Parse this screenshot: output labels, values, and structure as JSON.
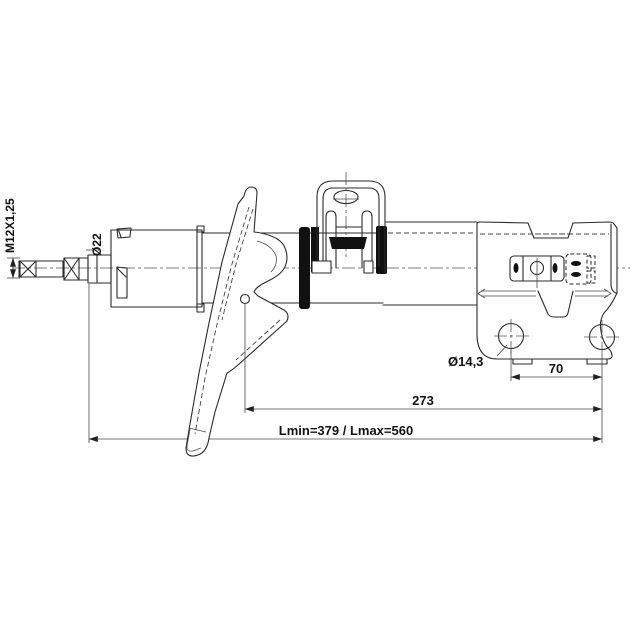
{
  "drawing": {
    "type": "technical-drawing",
    "subject": "front suspension strut shock absorber, side view",
    "background_color": "#ffffff",
    "line_color": "#2b2b2b"
  },
  "labels": {
    "thread_spec": "M12X1,25",
    "rod_diameter": "Ø22",
    "hole_diameter": "Ø14,3",
    "hole_spacing": "70",
    "bracket_length": "273",
    "length_range": "Lmin=379 / Lmax=560"
  }
}
